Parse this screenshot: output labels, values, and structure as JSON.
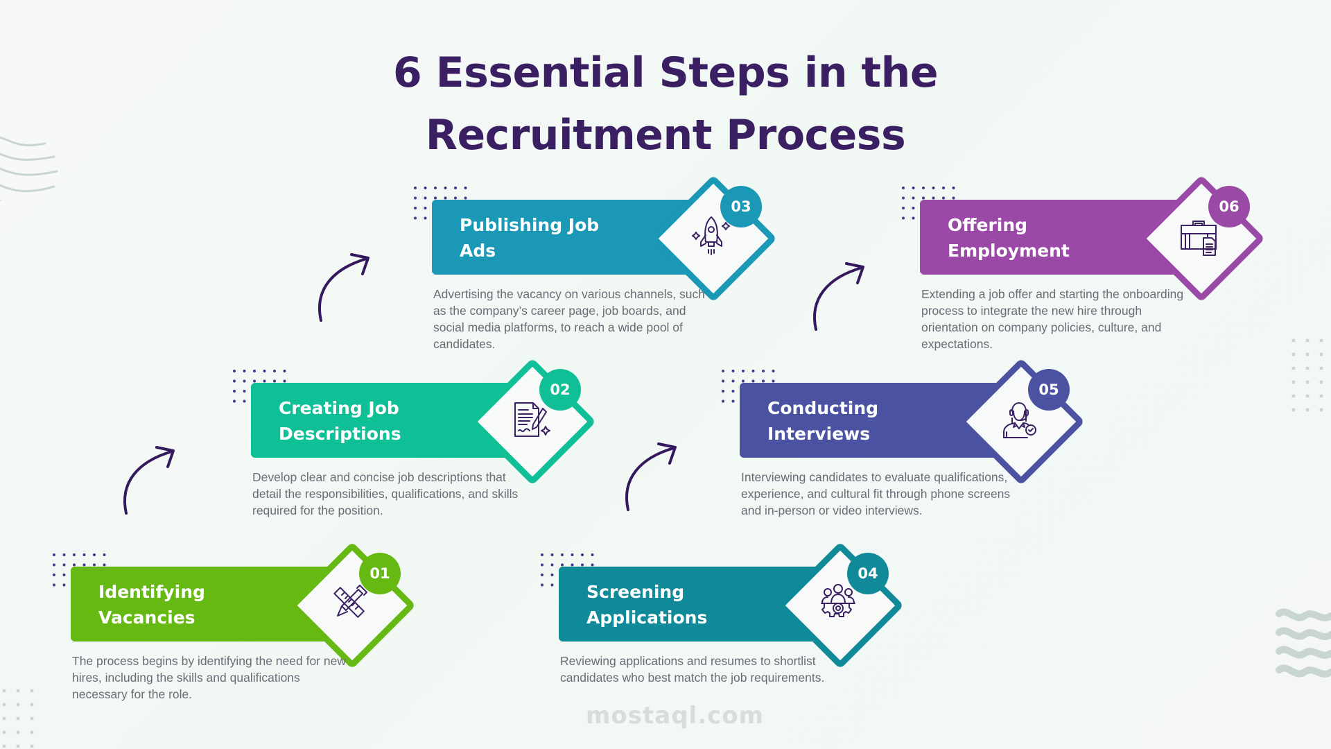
{
  "title": {
    "line1": "6 Essential Steps in the",
    "line2": "Recruitment Process"
  },
  "colors": {
    "title": "#3a1f63",
    "icon_stroke": "#3a1f63",
    "arrow": "#35195e",
    "accent_dots": "#3d3a8c",
    "decor_gray": "#c9d5d0"
  },
  "steps": [
    {
      "number": "01",
      "title_line1": "Identifying",
      "title_line2": "Vacancies",
      "description": "The process begins by identifying the need for new hires, including the skills and qualifications necessary for the role.",
      "icon": "ruler-pencil-icon",
      "color": "#66b912"
    },
    {
      "number": "02",
      "title_line1": "Creating Job",
      "title_line2": "Descriptions",
      "description": "Develop clear and concise job descriptions that detail the responsibilities, qualifications, and skills required for the position.",
      "icon": "document-pen-icon",
      "color": "#0fbf96"
    },
    {
      "number": "03",
      "title_line1": "Publishing Job",
      "title_line2": "Ads",
      "description": "Advertising the vacancy on various channels, such as the company’s career page, job boards, and social media platforms, to reach a wide pool of candidates.",
      "icon": "rocket-icon",
      "color": "#1a98b6"
    },
    {
      "number": "04",
      "title_line1": "Screening",
      "title_line2": "Applications",
      "description": "Reviewing applications and resumes to shortlist candidates who best match the job requirements.",
      "icon": "team-gear-icon",
      "color": "#108a98"
    },
    {
      "number": "05",
      "title_line1": "Conducting",
      "title_line2": "Interviews",
      "description": "Interviewing candidates to evaluate qualifications, experience, and cultural fit through phone screens and in-person or video interviews.",
      "icon": "headset-person-icon",
      "color": "#4b52a1"
    },
    {
      "number": "06",
      "title_line1": "Offering",
      "title_line2": "Employment",
      "description": "Extending a job offer and starting the onboarding process to integrate the new hire through orientation on company policies, culture, and expectations.",
      "icon": "briefcase-document-icon",
      "color": "#9a4aa6"
    }
  ],
  "watermark": "mostaql.com"
}
